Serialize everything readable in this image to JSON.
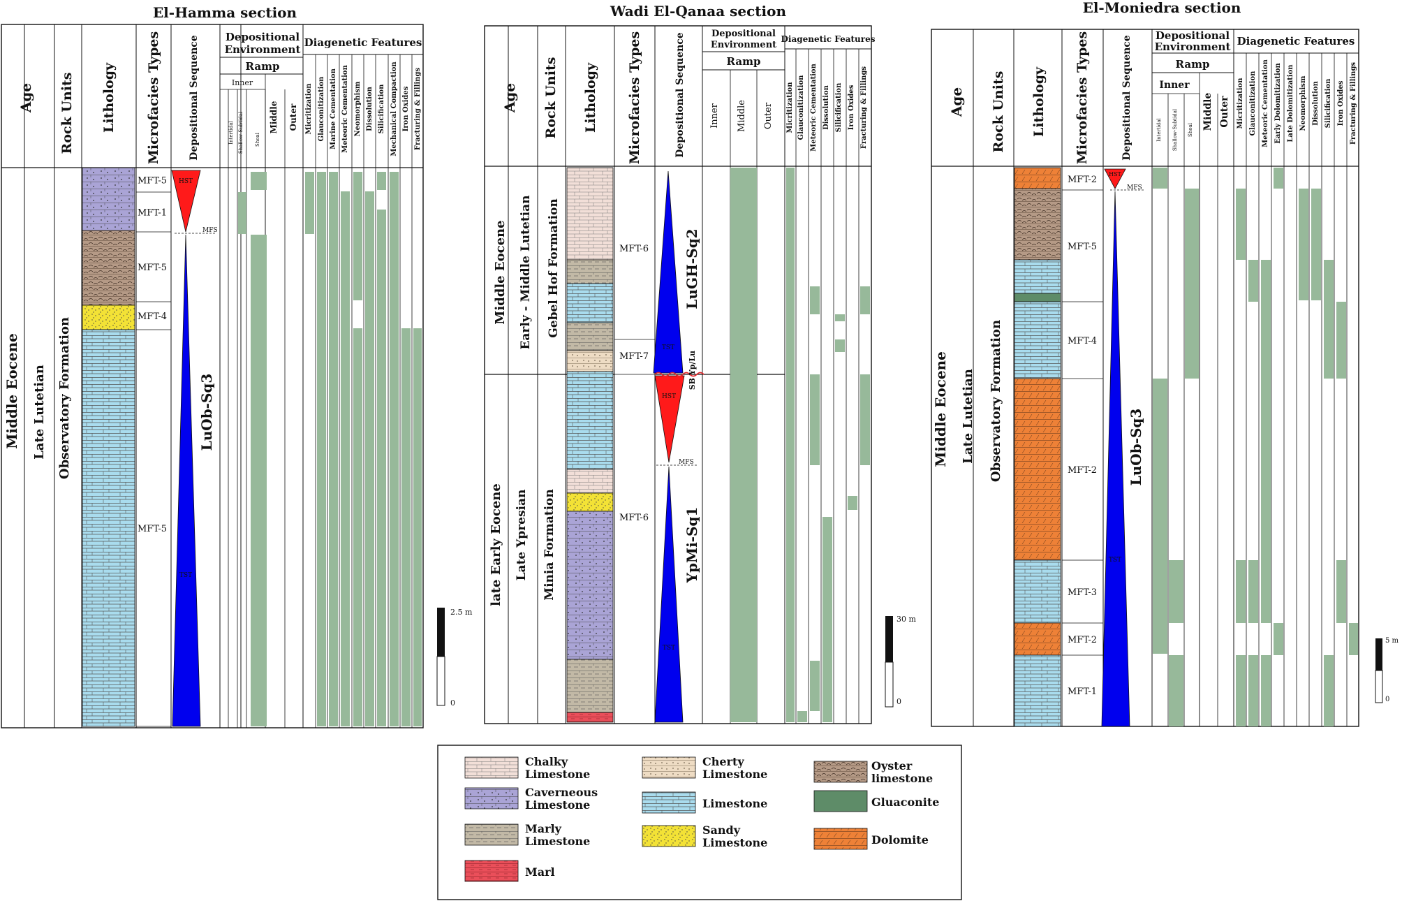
{
  "colors": {
    "green": "#97b99a",
    "blue_seq": "#0000ee",
    "red_seq": "#ff1a1a",
    "chalky": "#f2dfd8",
    "cherty": "#eedcc4",
    "oyster": "#b59a86",
    "cavernous": "#aaa4d6",
    "limestone": "#a9dcee",
    "glauconite": "#5e8c68",
    "marly": "#c2b9a6",
    "sandy": "#f3e236",
    "dolomite": "#ee8137",
    "marl": "#ea4f5a"
  },
  "header_labels": {
    "age": "Age",
    "rock_units": "Rock Units",
    "lithology": "Lithology",
    "microfacies": "Microfacies Types",
    "depositional_sequence": "Depositional Sequence",
    "depositional_environment": "Depositional Environment",
    "ramp": "Ramp",
    "inner": "Inner",
    "middle": "Middle",
    "outer": "Outer",
    "diagenetic_features": "Diagenetic Features",
    "intertidal": "Intertidal",
    "shallow_subtidal": "Shallow-Subtidal",
    "shoal": "Shoal"
  },
  "sections": [
    {
      "title": "El-Hamma section",
      "age": [
        "Middle Eocene",
        "Late Lutetian"
      ],
      "formation": "Observatory Formation",
      "sequence_name": "LuOb-Sq3",
      "diagenetic_features": [
        "Micritization",
        "Glauconitization",
        "Marine Cementation",
        "Meteoric Cementation",
        "Neomorphism",
        "Dissolution",
        "Silicification",
        "Mechanical Compaction",
        "Iron Oxides",
        "Fracturing & Fillings"
      ],
      "microfacies": [
        "MFT-5",
        "MFT-1",
        "MFT-5",
        "MFT-4",
        "MFT-5"
      ],
      "lithology_units": [
        "cavernous",
        "cavernous",
        "oyster",
        "sandy",
        "limestone"
      ],
      "markers": [
        "HST",
        "MFS",
        "TST"
      ],
      "scale": {
        "top": "2.5 m",
        "bottom": "0"
      }
    },
    {
      "title": "Wadi El-Qanaa section",
      "age": [
        "Middle Eocene",
        "Early - Middle Lutetian",
        "late Early Eocene",
        "Late Ypresian"
      ],
      "formation": [
        "Gebel Hof Formation",
        "Minia Formation"
      ],
      "sequence_names": [
        "LuGH-Sq2",
        "YpMi-Sq1"
      ],
      "boundary_label": "SB Yp/Lu",
      "environment_columns": [
        "Inner",
        "Middle",
        "Outer"
      ],
      "diagenetic_features": [
        "Micritization",
        "Glauconitization",
        "Meteoric Cementation",
        "Dissolution",
        "Silicification",
        "Iron Oxides",
        "Fracturing & Fillings"
      ],
      "microfacies": [
        "MFT-6",
        "MFT-7",
        "MFT-6"
      ],
      "lithology_units": [
        "chalky",
        "marly",
        "limestone",
        "marly",
        "cherty",
        "limestone",
        "chalky",
        "sandy",
        "cavernous",
        "marly",
        "marl"
      ],
      "markers": [
        "TST",
        "HST",
        "MFS",
        "TST"
      ],
      "scale": {
        "top": "30 m",
        "bottom": "0"
      }
    },
    {
      "title": "El-Moniedra section",
      "age": [
        "Middle Eocene",
        "Late Lutetian"
      ],
      "formation": "Observatory Formation",
      "sequence_name": "LuOb-Sq3",
      "diagenetic_features": [
        "Micritization",
        "Glauconitization",
        "Meteoric Cementation",
        "Early Dolomitization",
        "Late Dolomitization",
        "Neomorphism",
        "Dissolution",
        "Silicification",
        "Iron Oxides",
        "Fracturing & Fillings"
      ],
      "microfacies": [
        "MFT-2",
        "MFT-5",
        "MFT-4",
        "MFT-2",
        "MFT-3",
        "MFT-2",
        "MFT-1"
      ],
      "lithology_units": [
        "dolomite",
        "oyster",
        "limestone",
        "glauconite",
        "limestone",
        "dolomite",
        "limestone",
        "dolomite",
        "limestone"
      ],
      "markers": [
        "HST",
        "MFS",
        "TST"
      ],
      "scale": {
        "top": "5 m",
        "bottom": "0"
      }
    }
  ],
  "legend": [
    {
      "key": "chalky",
      "label": [
        "Chalky",
        "Limestone"
      ]
    },
    {
      "key": "cherty",
      "label": [
        "Cherty",
        "Limestone"
      ]
    },
    {
      "key": "oyster",
      "label": [
        "Oyster",
        "limestone"
      ]
    },
    {
      "key": "cavernous",
      "label": [
        "Caverneous",
        "Limestone"
      ]
    },
    {
      "key": "limestone",
      "label": [
        "Limestone"
      ]
    },
    {
      "key": "glauconite",
      "label": [
        "Gluaconite"
      ]
    },
    {
      "key": "marly",
      "label": [
        "Marly",
        "Limestone"
      ]
    },
    {
      "key": "sandy",
      "label": [
        "Sandy",
        "Limestone"
      ]
    },
    {
      "key": "dolomite",
      "label": [
        "Dolomite"
      ]
    },
    {
      "key": "marl",
      "label": [
        "Marl"
      ]
    }
  ]
}
